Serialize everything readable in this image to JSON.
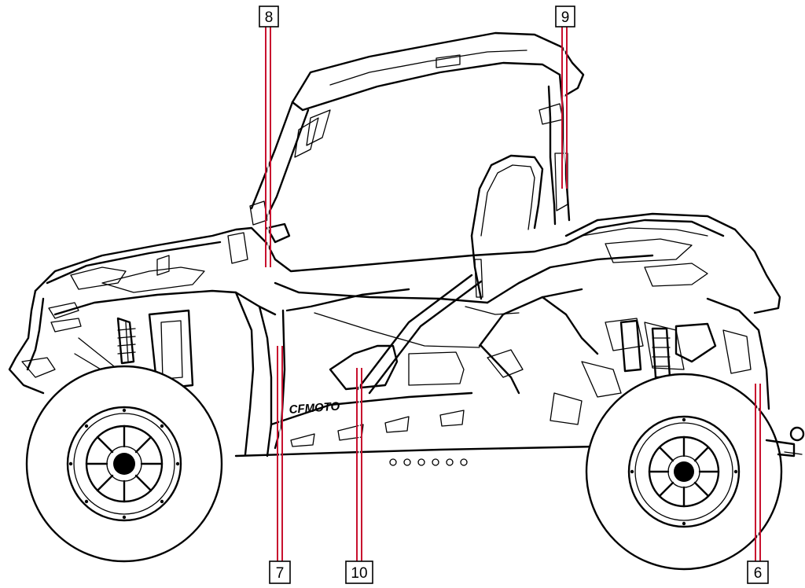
{
  "figure": {
    "brand_decal": "CFMOTO",
    "callouts": [
      {
        "id": "callout-8",
        "label": "8"
      },
      {
        "id": "callout-9",
        "label": "9"
      },
      {
        "id": "callout-7",
        "label": "7"
      },
      {
        "id": "callout-10",
        "label": "10"
      },
      {
        "id": "callout-6",
        "label": "6"
      }
    ],
    "colors": {
      "line_art": "#000000",
      "leader_line": "#c8102e",
      "background": "#ffffff"
    }
  }
}
